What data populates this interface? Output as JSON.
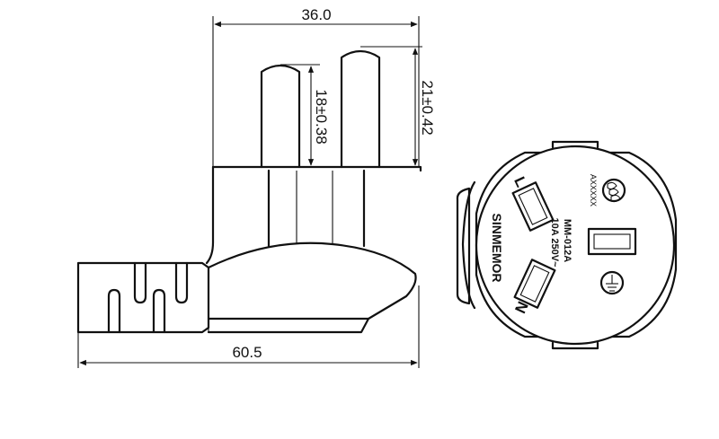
{
  "dimensions": {
    "top_width": "36.0",
    "pin_short_height": "18±0.38",
    "pin_long_height": "21±0.42",
    "bottom_length": "60.5"
  },
  "socket_face": {
    "brand": "SINMEMOR",
    "model": "MM-012A",
    "rating": "10A 250V~",
    "cert_code": "AXXXXX",
    "cert_mark": "CCC",
    "live_label": "L",
    "neutral_label": "N",
    "earth_symbol": "earth-ground"
  }
}
